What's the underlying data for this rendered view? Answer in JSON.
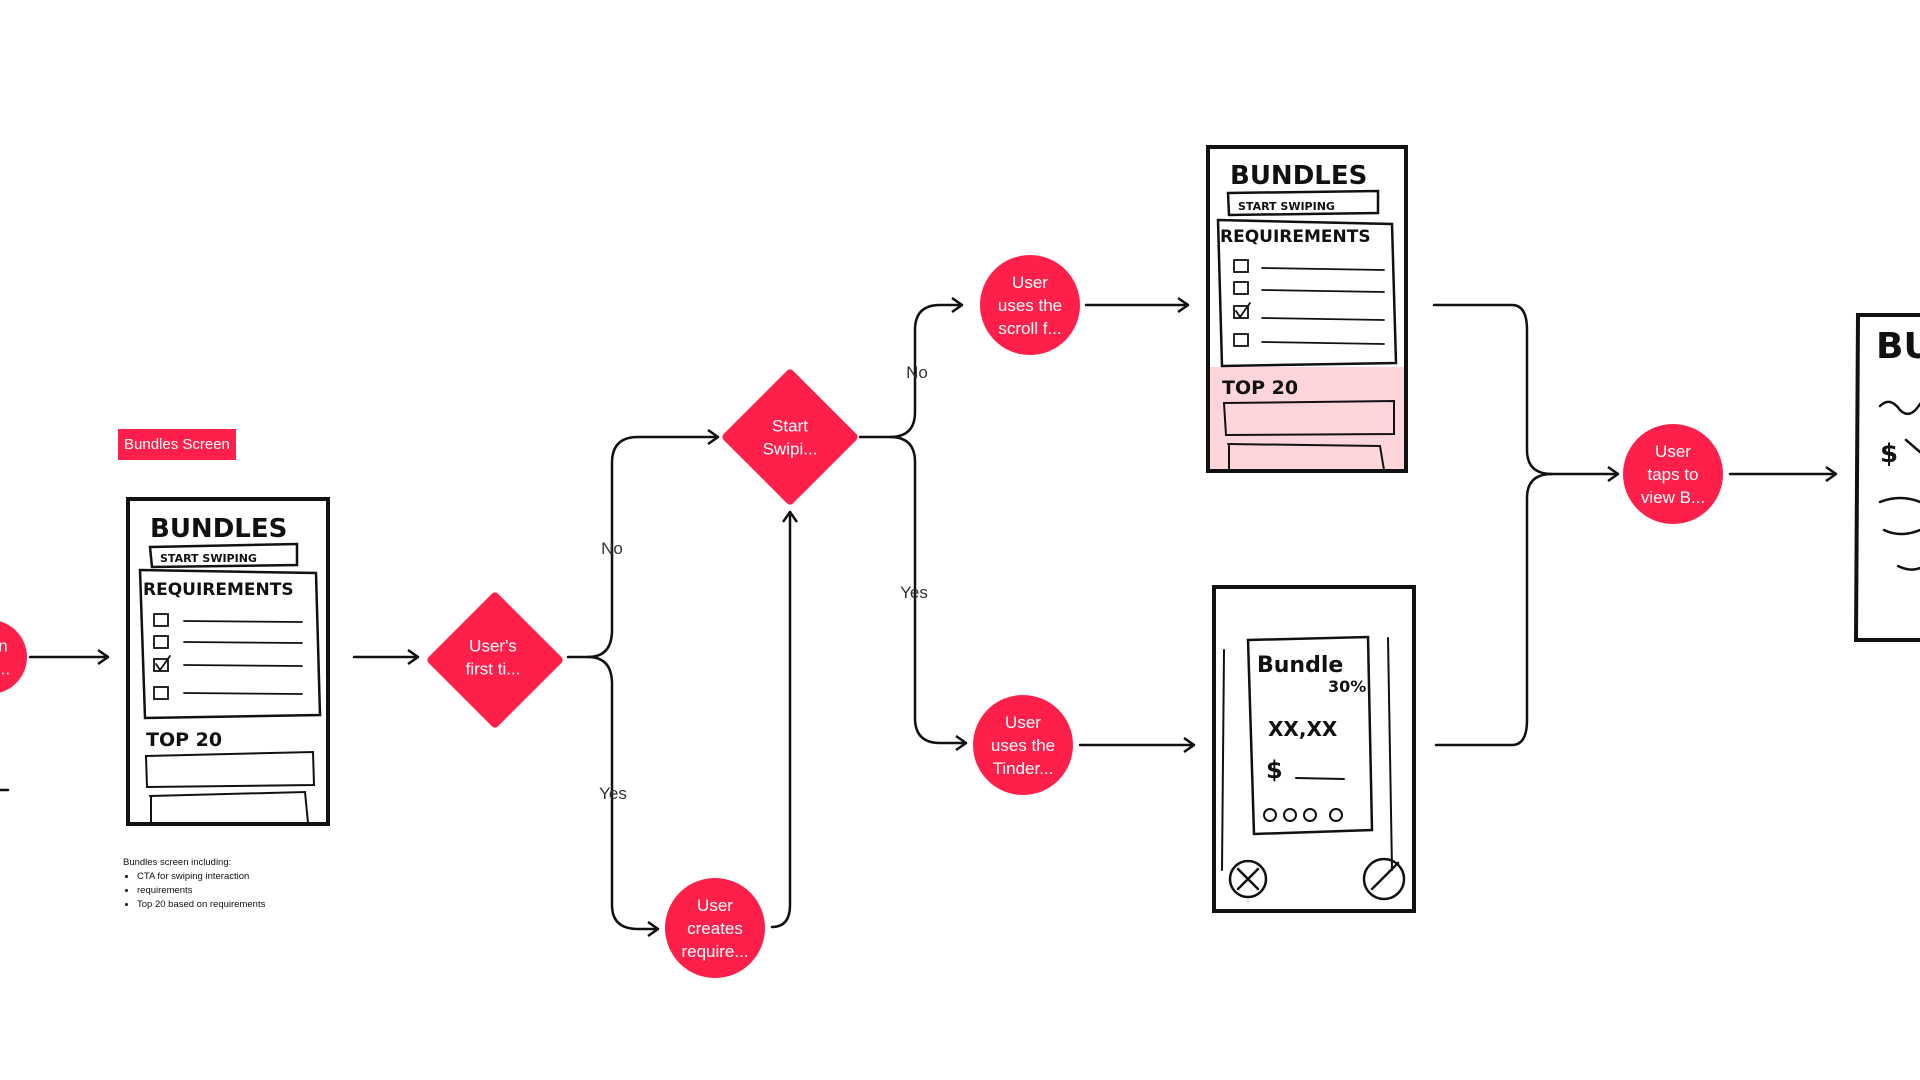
{
  "tag": "Bundles Screen",
  "description": {
    "heading": "Bundles screen including:",
    "items": [
      "CTA for swiping interaction",
      "requirements",
      "Top 20 based on requirements"
    ]
  },
  "nodes": {
    "start_partial": "n\n...",
    "first_time": "User's\nfirst ti...",
    "start_swiping": "Start\nSwipi...",
    "creates_requirements": "User\ncreates\nrequire...",
    "scroll": "User\nuses the\nscroll f...",
    "tinder": "User\nuses the\nTinder...",
    "view_bundle": "User\ntaps to\nview B..."
  },
  "edge_labels": {
    "no1": "No",
    "yes1": "Yes",
    "no2": "No",
    "yes2": "Yes"
  },
  "sketches": {
    "bundles": {
      "title": "BUNDLES",
      "cta": "START SWIPING",
      "requirements": "REQUIREMENTS",
      "top": "TOP 20"
    },
    "card": {
      "title": "Bundle",
      "discount": "30%",
      "price": "XX,XX",
      "currency": "$"
    },
    "partial": {
      "title": "BU",
      "currency": "$"
    }
  },
  "colors": {
    "accent": "#ff1f4b",
    "highlight": "#ffd5dc",
    "ink": "#111111"
  }
}
